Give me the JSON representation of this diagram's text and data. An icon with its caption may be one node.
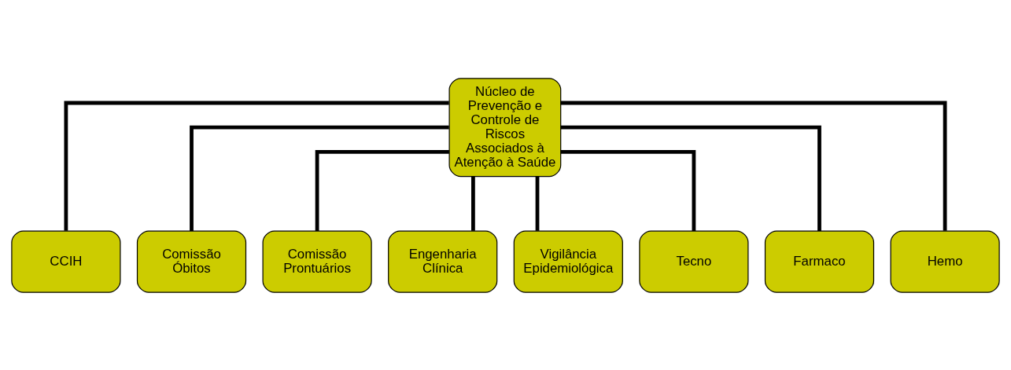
{
  "diagram": {
    "nodes": [
      {
        "text": [
          "Núcleo de Prevenção e Controle de Riscos Associados à Atenção à Saúde"
        ]
      },
      {
        "text": [
          "CCIH"
        ]
      },
      {
        "text": [
          "Comissão Óbitos"
        ]
      },
      {
        "text": [
          "Comissão Prontuários"
        ]
      },
      {
        "text": [
          "Engenharia Clínica"
        ]
      },
      {
        "text": [
          "Vigilância Epidemiológica"
        ]
      },
      {
        "text": [
          "Tecno"
        ]
      },
      {
        "text": [
          "Farmaco"
        ]
      },
      {
        "text": [
          "Hemo"
        ]
      }
    ],
    "edges": [
      {
        "from": 0,
        "to": 1,
        "arrow": "none"
      },
      {
        "from": 0,
        "to": 2,
        "arrow": "none"
      },
      {
        "from": 0,
        "to": 3,
        "arrow": "none"
      },
      {
        "from": 0,
        "to": 4,
        "arrow": "none"
      },
      {
        "from": 0,
        "to": 5,
        "arrow": "none"
      },
      {
        "from": 0,
        "to": 6,
        "arrow": "none"
      },
      {
        "from": 0,
        "to": 7,
        "arrow": "none"
      },
      {
        "from": 0,
        "to": 8,
        "arrow": "none"
      }
    ]
  }
}
